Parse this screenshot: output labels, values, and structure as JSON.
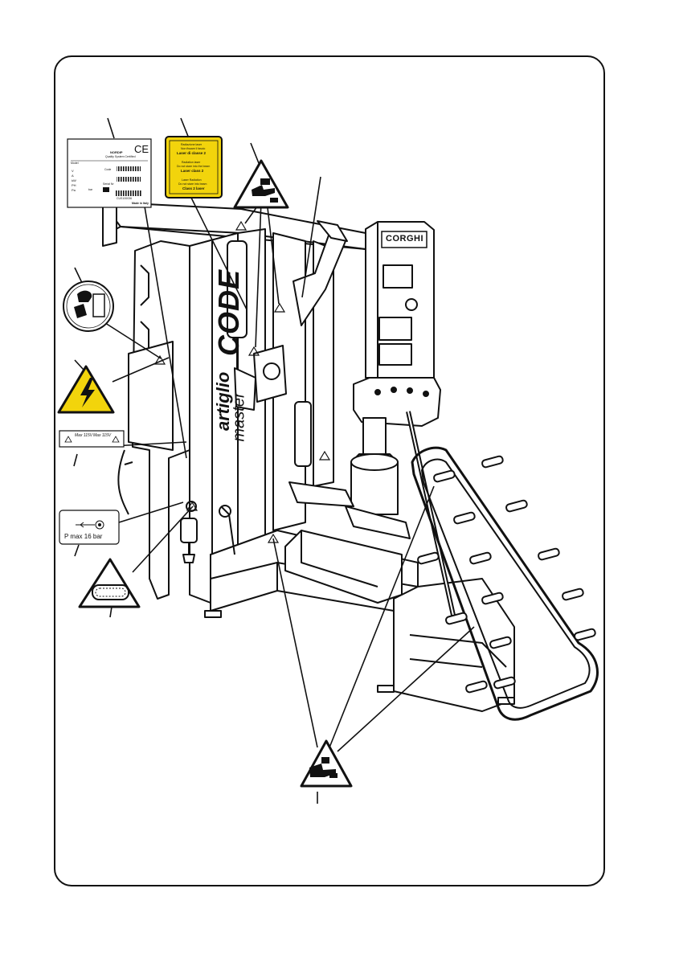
{
  "machine": {
    "brand_plate": "CORGHI",
    "model_line1": "artiglio",
    "model_line2": "CODE",
    "model_line3": "master"
  },
  "rating_plate": {
    "company": "NORDIP",
    "certification": "Quality System Certified",
    "model_label": "Model",
    "fields": [
      "V",
      "A",
      "kW",
      "PH",
      "Pa"
    ],
    "code_label": "Code",
    "serial_label": "Serial Nr",
    "bar_unit": "bar",
    "caption": "Made in Italy",
    "barcode_number": "CUS100036",
    "mark": "CE"
  },
  "laser_label": {
    "lines": [
      "Radiazione laser",
      "Non fissare il fascio",
      "Laser di classe 2",
      "Radiation laser",
      "Do not stare into the beam",
      "Laser class 2",
      "Laser Radiation",
      "Do not stare into beam",
      "Class 2 laser"
    ]
  },
  "voltage_label": {
    "text1": "Max 115V",
    "text2": "Max 115V"
  },
  "pressure_label": {
    "text": "P max 16 bar"
  },
  "icons": {
    "crush_warning": "crush-hazard-icon",
    "electric_warning": "electric-shock-icon",
    "wheel_warning": "tyre-burst-icon",
    "instruction_disc": "read-manual-icon"
  }
}
